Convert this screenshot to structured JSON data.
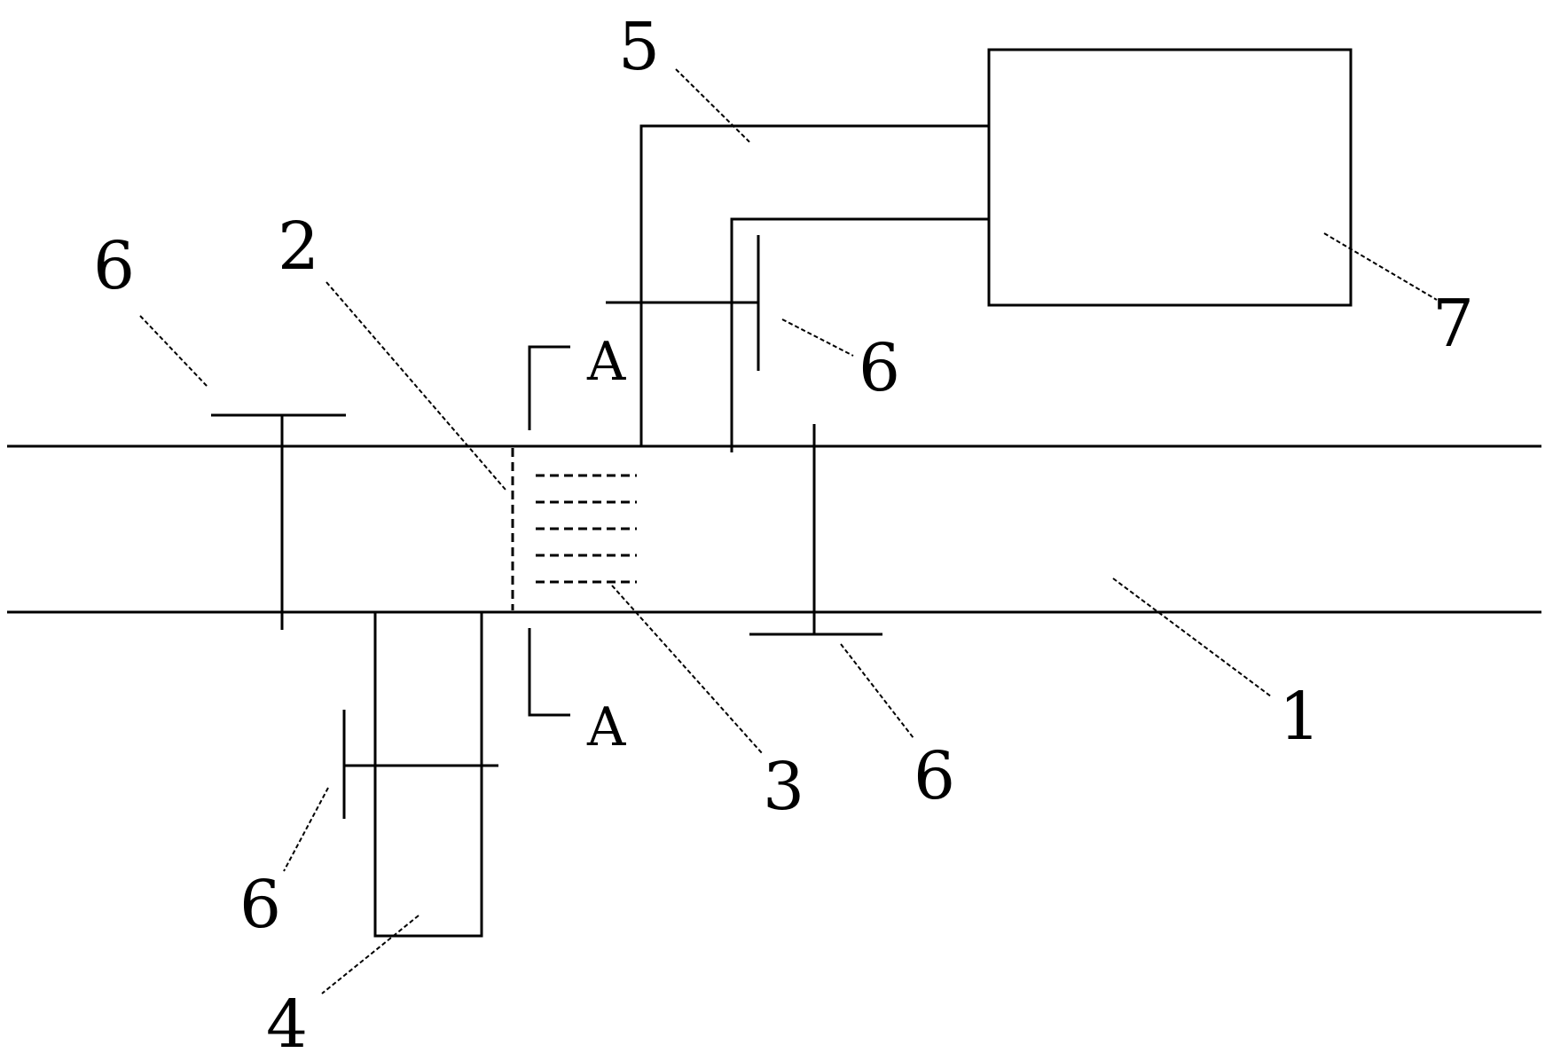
{
  "labels": {
    "pipe": "1",
    "screen": "2",
    "baffles": "3",
    "sump": "4",
    "conduit": "5",
    "valve": "6",
    "box": "7"
  },
  "section": {
    "top": "A",
    "bottom": "A"
  }
}
